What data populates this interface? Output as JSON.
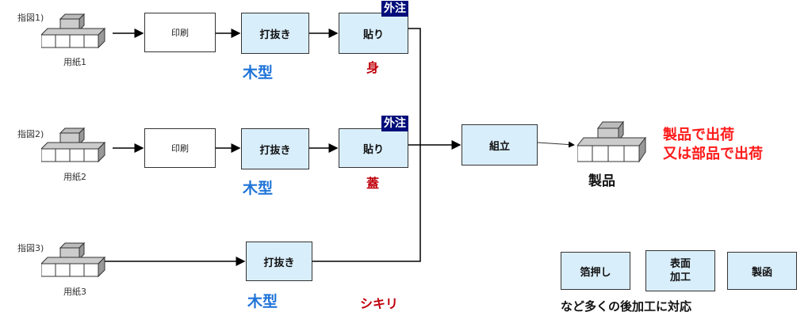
{
  "rows": [
    {
      "instruction": "指図1)",
      "paper": "用紙1",
      "print": "印刷",
      "punch": "打抜き",
      "paste": "貼り",
      "outsourced": "外注",
      "mold": "木型",
      "part": "身"
    },
    {
      "instruction": "指図2)",
      "paper": "用紙2",
      "print": "印刷",
      "punch": "打抜き",
      "paste": "貼り",
      "outsourced": "外注",
      "mold": "木型",
      "part": "蓋"
    },
    {
      "instruction": "指図3)",
      "paper": "用紙3",
      "punch": "打抜き",
      "mold": "木型",
      "part": "シキリ"
    }
  ],
  "assembly": "組立",
  "product": "製品",
  "shipping": {
    "line1": "製品で出荷",
    "line2": "又は部品で出荷"
  },
  "postprocess": {
    "items": [
      "箔押し",
      "表面\n加工",
      "製函"
    ],
    "caption": "など多くの後加工に対応"
  },
  "colors": {
    "mold": "#1e73d8",
    "part": "#c0000b",
    "ship": "#ff1a1a",
    "badge": "#000e7a",
    "box_fill": "#d9eefb"
  }
}
